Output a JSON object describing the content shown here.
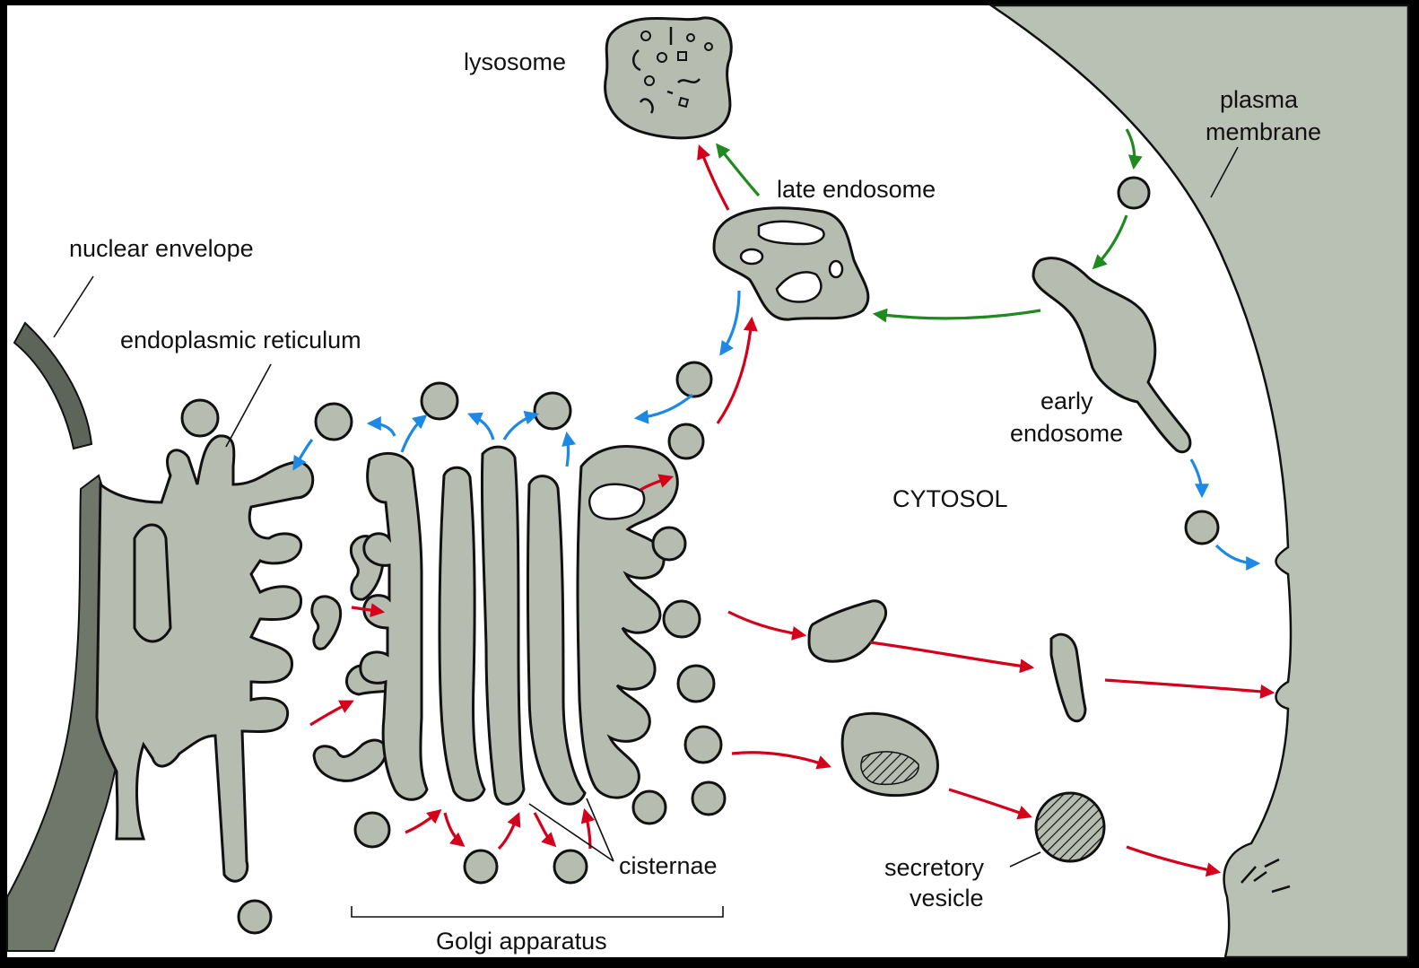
{
  "labels": {
    "lysosome": "lysosome",
    "plasma_membrane_1": "plasma",
    "plasma_membrane_2": "membrane",
    "late_endosome": "late endosome",
    "nuclear_envelope": "nuclear envelope",
    "endoplasmic_reticulum": "endoplasmic reticulum",
    "early_endosome_1": "early",
    "early_endosome_2": "endosome",
    "cytosol": "CYTOSOL",
    "cisternae": "cisternae",
    "secretory_vesicle_1": "secretory",
    "secretory_vesicle_2": "vesicle",
    "golgi_apparatus": "Golgi apparatus"
  },
  "colors": {
    "background": "#ffffff",
    "frame": "#000000",
    "organelle_fill": "#b6bcb0",
    "outside_cell": "#b9c0b4",
    "nuclear_envelope": "#5d6459",
    "pathway_secretory": "#d4001b",
    "pathway_retrieval": "#1e88e5",
    "pathway_endocytic": "#1f8a1f"
  }
}
